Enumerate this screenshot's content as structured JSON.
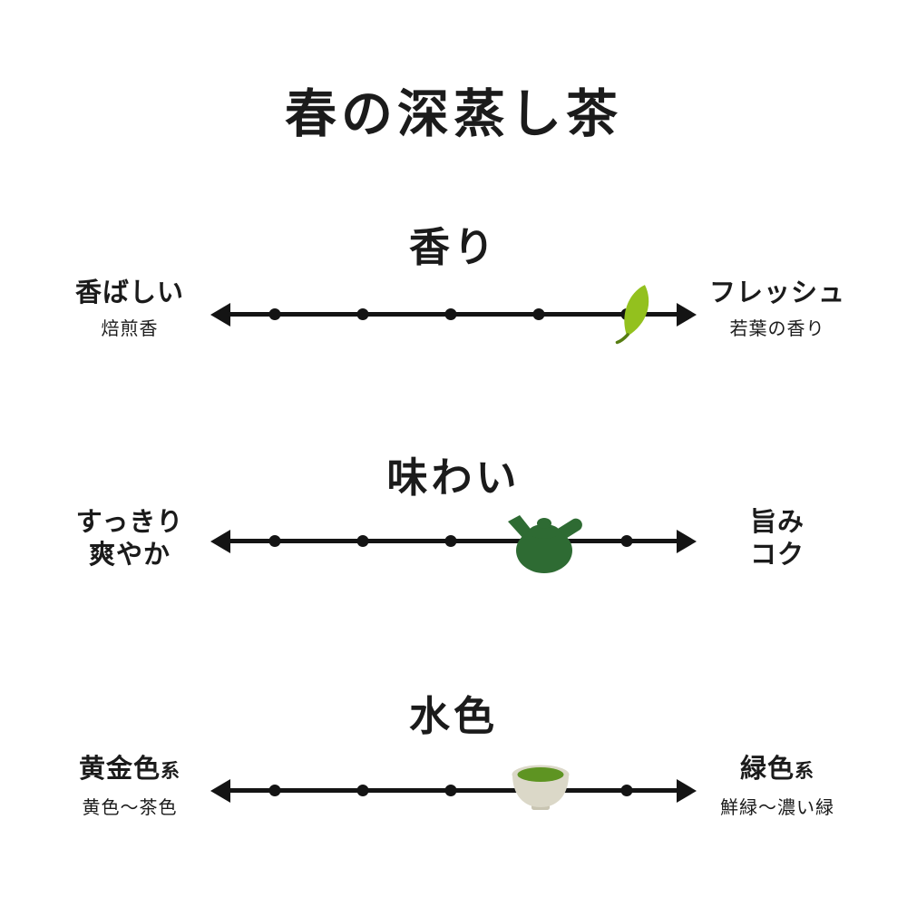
{
  "title": "春の深蒸し茶",
  "colors": {
    "text": "#1b1b1b",
    "line": "#141414",
    "leaf_green": "#93c11e",
    "leaf_stem": "#567d12",
    "teapot_green": "#2e6b33",
    "bowl_gray": "#dbd8c8",
    "bowl_foot_gray": "#c9c5b2",
    "tea_green": "#5e9422"
  },
  "chart_data": {
    "type": "rating-scales",
    "title": "春の深蒸し茶",
    "scale_points": 5,
    "scales": [
      {
        "name": "香り",
        "left": {
          "label": "香ばしい",
          "sub": "焙煎香"
        },
        "right": {
          "label": "フレッシュ",
          "sub": "若葉の香り"
        },
        "marker": "leaf-icon",
        "value": 5,
        "marker_pct": 90.4
      },
      {
        "name": "味わい",
        "left": {
          "label": "すっきり",
          "label2": "爽やか"
        },
        "right": {
          "label": "旨み",
          "label2": "コク"
        },
        "marker": "teapot-icon",
        "value": 4,
        "marker_pct": 70.5
      },
      {
        "name": "水色",
        "left": {
          "label": "黄金色",
          "label_suffix": "系",
          "sub": "黄色〜茶色"
        },
        "right": {
          "label": "緑色",
          "label_suffix": "系",
          "sub": "鮮緑〜濃い緑"
        },
        "marker": "teacup-icon",
        "value": 4,
        "marker_pct": 69.5
      }
    ]
  }
}
